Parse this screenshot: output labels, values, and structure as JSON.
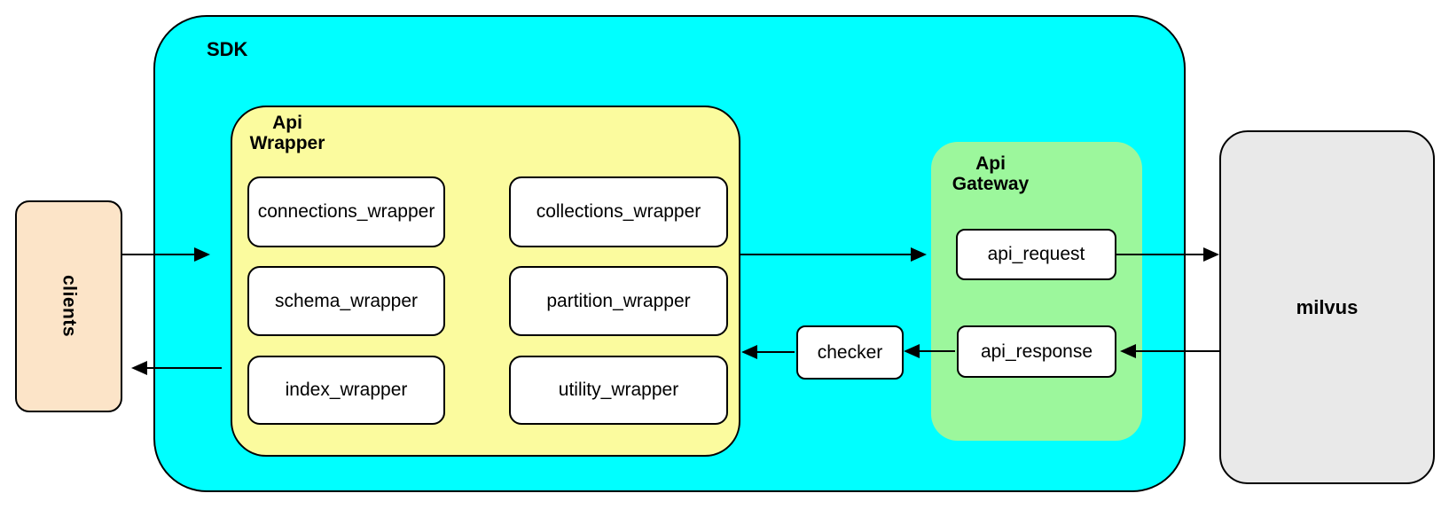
{
  "clients": {
    "label": "clients",
    "color": "#FCE4C8"
  },
  "sdk": {
    "label": "SDK",
    "color": "#00FFFF"
  },
  "api_wrapper": {
    "label": "Api Wrapper",
    "color": "#FBFB9E",
    "boxes": [
      "connections_wrapper",
      "collections_wrapper",
      "schema_wrapper",
      "partition_wrapper",
      "index_wrapper",
      "utility_wrapper"
    ]
  },
  "checker": {
    "label": "checker"
  },
  "api_gateway": {
    "label": "Api Gateway",
    "color": "#9CF79C",
    "boxes": [
      "api_request",
      "api_response"
    ]
  },
  "milvus": {
    "label": "milvus",
    "color": "#E9E9E9"
  },
  "connections": [
    {
      "from": "clients",
      "to": "SDK",
      "direction": "right"
    },
    {
      "from": "Api Wrapper",
      "to": "Api Gateway",
      "direction": "right"
    },
    {
      "from": "api_request",
      "to": "milvus",
      "direction": "right"
    },
    {
      "from": "milvus",
      "to": "api_response",
      "direction": "left"
    },
    {
      "from": "api_response",
      "to": "checker",
      "direction": "left"
    },
    {
      "from": "checker",
      "to": "Api Wrapper",
      "direction": "left"
    },
    {
      "from": "SDK",
      "to": "clients",
      "direction": "left"
    }
  ],
  "node_colors": {
    "inner_box": "#FFFFFF",
    "border": "#000000"
  }
}
